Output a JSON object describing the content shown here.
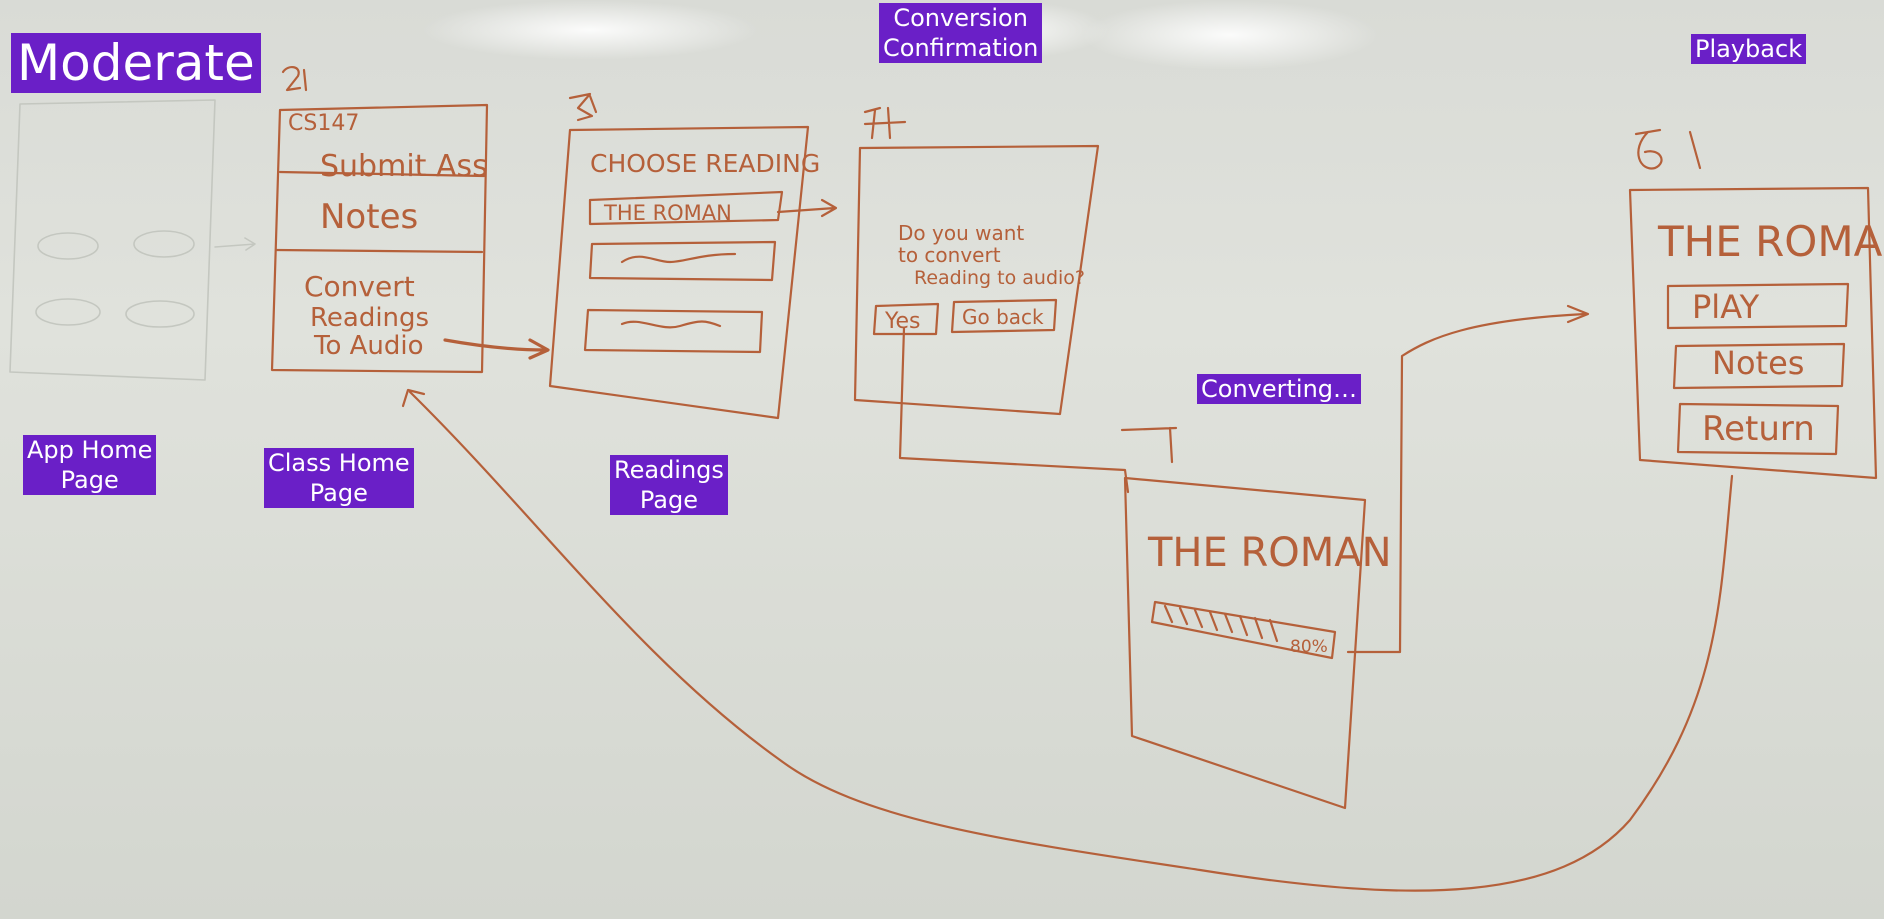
{
  "title": "Moderate",
  "labels": {
    "app_home": [
      "App Home",
      "Page"
    ],
    "class_home": [
      "Class Home",
      "Page"
    ],
    "readings": [
      "Readings",
      "Page"
    ],
    "conversion": [
      "Conversion",
      "Confirmation"
    ],
    "converting": "Converting…",
    "playback": "Playback"
  },
  "frames": {
    "f2": {
      "number": "2",
      "course": "CS147",
      "items": [
        "Submit Ass",
        "Notes"
      ],
      "convert": [
        "Convert",
        "Readings",
        "To Audio"
      ]
    },
    "f3": {
      "number": "3",
      "heading": "CHOOSE READING",
      "selected": "THE ROMAN"
    },
    "f4": {
      "number": "4",
      "question": [
        "Do you want",
        "to convert",
        "Reading to audio?"
      ],
      "yes": "Yes",
      "go_back": "Go back"
    },
    "f5": {
      "number": "5",
      "title": "THE ROMAN",
      "progress_text": "80%",
      "progress": 0.8
    },
    "f6": {
      "number": "6",
      "title": "THE ROMAN",
      "buttons": [
        "PlAY",
        "Notes",
        "Return"
      ]
    }
  },
  "colors": {
    "tag": "#6a1fc7",
    "ink": "#b5603a",
    "board": "#dcdfd9"
  }
}
